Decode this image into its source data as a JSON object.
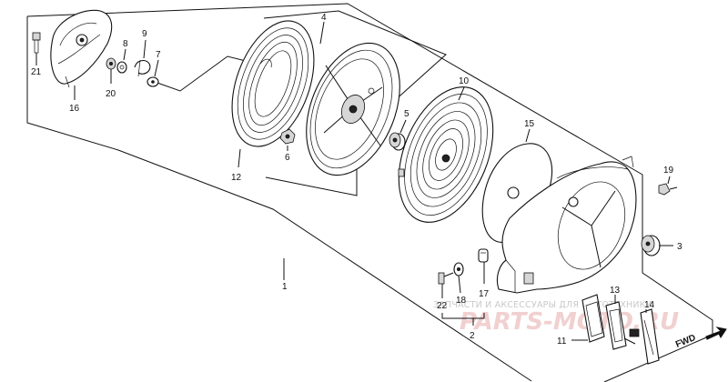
{
  "diagram": {
    "callouts": [
      {
        "id": "c1",
        "text": "1"
      },
      {
        "id": "c2",
        "text": "2"
      },
      {
        "id": "c3",
        "text": "3"
      },
      {
        "id": "c4",
        "text": "4"
      },
      {
        "id": "c5",
        "text": "5"
      },
      {
        "id": "c6",
        "text": "6"
      },
      {
        "id": "c7",
        "text": "7"
      },
      {
        "id": "c8",
        "text": "8"
      },
      {
        "id": "c9",
        "text": "9"
      },
      {
        "id": "c10",
        "text": "10"
      },
      {
        "id": "c11",
        "text": "11"
      },
      {
        "id": "c12",
        "text": "12"
      },
      {
        "id": "c13",
        "text": "13"
      },
      {
        "id": "c14",
        "text": "14"
      },
      {
        "id": "c15",
        "text": "15"
      },
      {
        "id": "c16",
        "text": "16"
      },
      {
        "id": "c17",
        "text": "17"
      },
      {
        "id": "c18",
        "text": "18"
      },
      {
        "id": "c19",
        "text": "19"
      },
      {
        "id": "c20",
        "text": "20"
      },
      {
        "id": "c21",
        "text": "21"
      },
      {
        "id": "c22",
        "text": "22"
      }
    ],
    "direction_label": "FWD"
  },
  "watermark": {
    "tagline": "ЗАПЧАСТИ И АКСЕССУАРЫ ДЛЯ МОТОТЕХНИКИ",
    "site": "PARTS-MOTO.RU"
  },
  "colors": {
    "line": "#111111",
    "watermark_text": "#c9c9c9",
    "watermark_brand": "#f1d0d0"
  }
}
